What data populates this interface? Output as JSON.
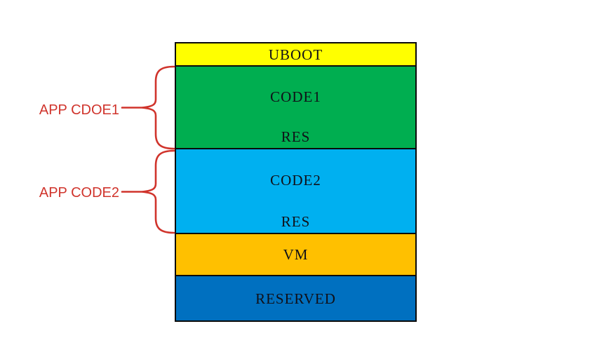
{
  "diagram": {
    "background": "#ffffff",
    "border_color": "#0a0a0a",
    "block_text_color": "#101018",
    "annotation_color": "#d0342c",
    "blocks": [
      {
        "id": "uboot",
        "color": "#ffff00",
        "labels": [
          "UBOOT"
        ]
      },
      {
        "id": "app-code1",
        "color": "#00ae50",
        "labels": [
          "CODE1",
          "RES"
        ]
      },
      {
        "id": "app-code2",
        "color": "#00b0f0",
        "labels": [
          "CODE2",
          "RES"
        ]
      },
      {
        "id": "vm",
        "color": "#ffc000",
        "labels": [
          "VM"
        ]
      },
      {
        "id": "reserved",
        "color": "#0070c0",
        "labels": [
          "RESERVED"
        ]
      }
    ],
    "annotations": [
      {
        "label": "APP CDOE1",
        "target": "app-code1"
      },
      {
        "label": "APP CODE2",
        "target": "app-code2"
      }
    ]
  }
}
